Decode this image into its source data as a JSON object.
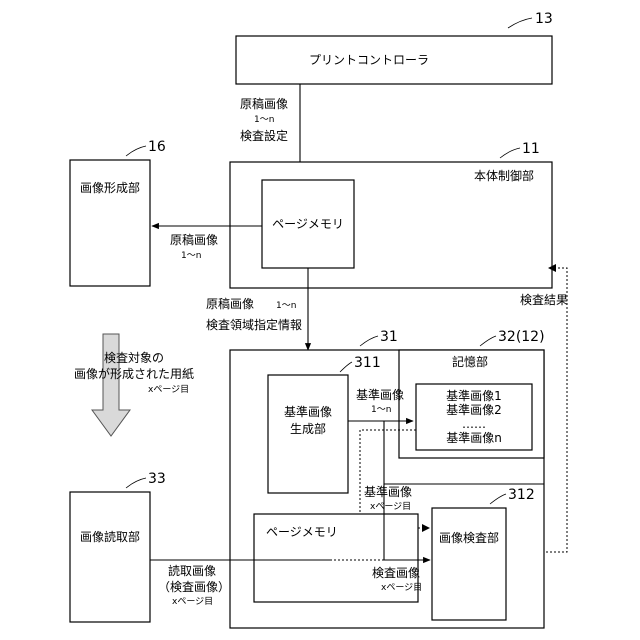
{
  "refs": {
    "printController": "13",
    "bodyControl": "11",
    "imageForming": "16",
    "inspectionDevice": "31",
    "referenceGen": "311",
    "storage": "32(12)",
    "imageReading": "33",
    "imageInspection": "312"
  },
  "blocks": {
    "printController": "プリントコントローラ",
    "bodyControl": "本体制御部",
    "pageMemoryTop": "ページメモリ",
    "imageForming": "画像形成部",
    "referenceGenLine1": "基準画像",
    "referenceGenLine2": "生成部",
    "storage": "記憶部",
    "pageMemoryBottom": "ページメモリ",
    "imageReading": "画像読取部",
    "imageInspection": "画像検査部"
  },
  "storageList": {
    "item1": "基準画像1",
    "item2": "基準画像2",
    "dots": "……",
    "itemN": "基準画像n"
  },
  "signals": {
    "original1": "原稿画像",
    "original1Sub": "1〜n",
    "inspectionSettings": "検査設定",
    "original2": "原稿画像",
    "original2Sub": "1〜n",
    "original3": "原稿画像",
    "original3Sub": "1〜n",
    "areaInfo": "検査領域指定情報",
    "result": "検査結果",
    "referenceOut": "基準画像",
    "referenceOutSub": "1〜n",
    "referenceX": "基準画像",
    "referenceXSub": "xページ目",
    "readImage": "読取画像",
    "readImageParen": "（検査画像）",
    "readImageSub": "xページ目",
    "inspectImage": "検査画像",
    "inspectImageSub": "xページ目"
  },
  "paper": {
    "line1": "検査対象の",
    "line2": "画像が形成された用紙",
    "sub": "xページ目"
  }
}
